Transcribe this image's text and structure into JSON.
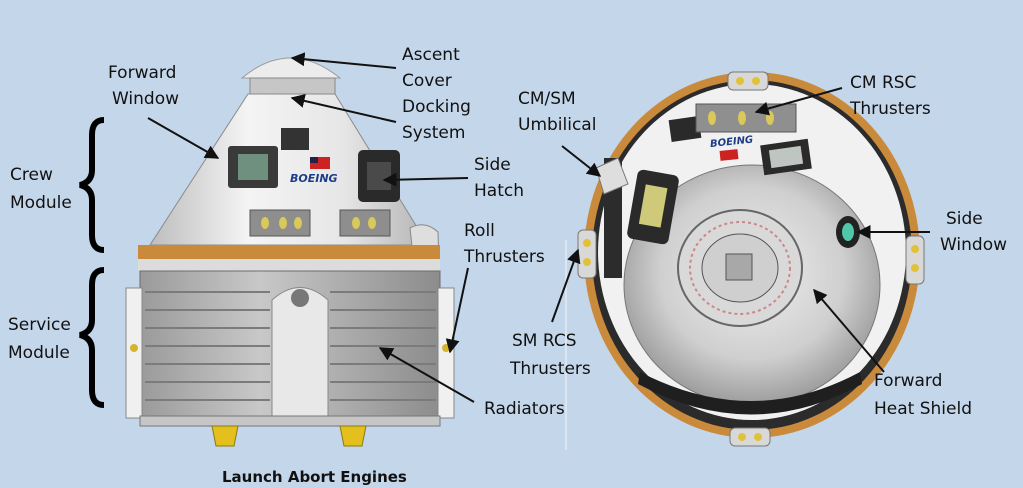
{
  "labels": {
    "forward_window": [
      "Forward",
      "Window"
    ],
    "ascent_cover": [
      "Ascent",
      "Cover"
    ],
    "docking_system": [
      "Docking",
      "System"
    ],
    "crew_module": [
      "Crew",
      "Module"
    ],
    "side_hatch": [
      "Side",
      "Hatch"
    ],
    "service_module": [
      "Service",
      "Module"
    ],
    "roll_thrusters": [
      "Roll",
      "Thrusters"
    ],
    "radiators": "Radiators",
    "launch_abort_engines": "Launch Abort Engines",
    "cm_sm_umbilical": [
      "CM/SM",
      "Umbilical"
    ],
    "cm_rsc_thrusters": [
      "CM RSC",
      "Thrusters"
    ],
    "side_window": [
      "Side",
      "Window"
    ],
    "sm_rcs_thrusters": [
      "SM RCS",
      "Thrusters"
    ],
    "forward_heat_shield": [
      "Forward",
      "Heat Shield"
    ]
  },
  "logo_text": "BOEING",
  "colors": {
    "background": "#c4d6ea",
    "hull": "#e8e8e8",
    "copper": "#c98a3c",
    "engine": "#e4c01e",
    "dark": "#2b2b2b"
  }
}
